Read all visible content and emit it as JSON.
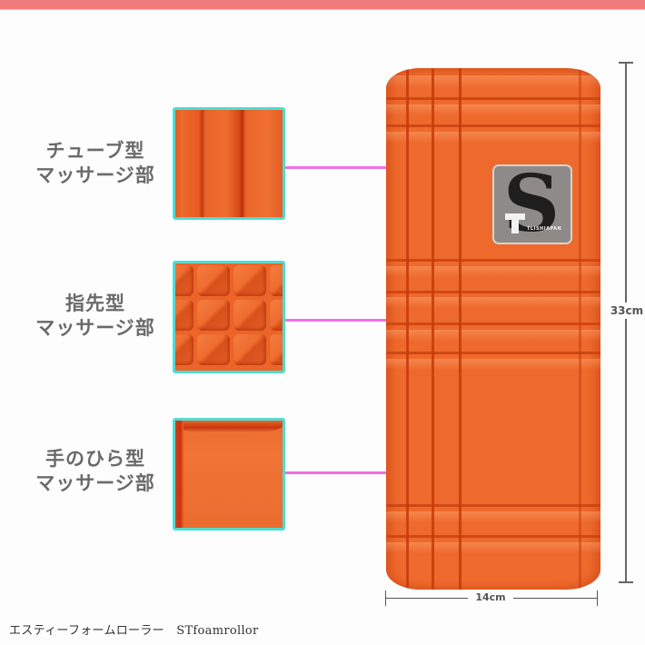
{
  "header": {
    "band_color": "#f07b7c"
  },
  "features": [
    {
      "title": "チューブ型",
      "subtitle": "マッサージ部",
      "type": "tube"
    },
    {
      "title": "指先型",
      "subtitle": "マッサージ部",
      "type": "finger"
    },
    {
      "title": "手のひら型",
      "subtitle": "マッサージ部",
      "type": "palm"
    }
  ],
  "product": {
    "logo_letter": "S",
    "logo_brand": "TLISHIAPAN",
    "color": "#ee6a2c"
  },
  "dimensions": {
    "height": "33cm",
    "width": "14cm"
  },
  "caption": "エスティーフォームローラー　STfoamrollor",
  "colors": {
    "accent_line": "#f26ee6",
    "thumb_border": "#4fdcd2",
    "label_text": "#6a6a6a"
  }
}
